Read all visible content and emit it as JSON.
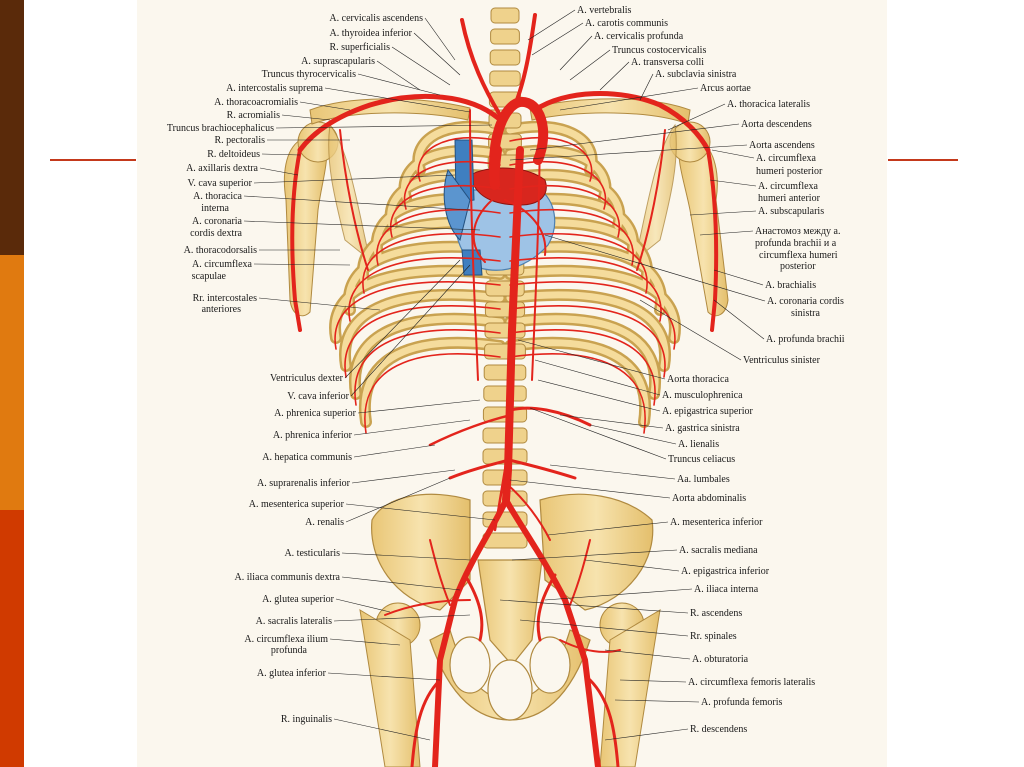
{
  "colors": {
    "strip_top": "#5a2a0a",
    "strip_mid": "#e07a10",
    "strip_bottom": "#d03a00",
    "accent_line": "#c4391b",
    "bone": "#efd28c",
    "bone_edge": "#b08a40",
    "artery": "#e3241c",
    "vein": "#3f7fc0",
    "heart": "#d8261e"
  },
  "labels_left": [
    {
      "id": "l01",
      "text": "A. cervicalis ascendens"
    },
    {
      "id": "l02",
      "text": "A. thyroidea inferior"
    },
    {
      "id": "l03",
      "text": "R. superficialis"
    },
    {
      "id": "l04",
      "text": "A. suprascapularis"
    },
    {
      "id": "l05",
      "text": "Truncus thyrocervicalis"
    },
    {
      "id": "l06",
      "text": "A. intercostalis suprema"
    },
    {
      "id": "l07",
      "text": "A. thoracoacromialis"
    },
    {
      "id": "l08",
      "text": "R. acromialis"
    },
    {
      "id": "l09",
      "text": "Truncus brachiocephalicus"
    },
    {
      "id": "l10",
      "text": "R. pectoralis"
    },
    {
      "id": "l11",
      "text": "R. deltoideus"
    },
    {
      "id": "l12",
      "text": "A. axillaris dextra"
    },
    {
      "id": "l13",
      "text": "V. cava superior"
    },
    {
      "id": "l14a",
      "text": "A. thoracica"
    },
    {
      "id": "l14b",
      "text": "interna"
    },
    {
      "id": "l15a",
      "text": "A. coronaria"
    },
    {
      "id": "l15b",
      "text": "cordis dextra"
    },
    {
      "id": "l16",
      "text": "A. thoracodorsalis"
    },
    {
      "id": "l17a",
      "text": "A. circumflexa"
    },
    {
      "id": "l17b",
      "text": "scapulae"
    },
    {
      "id": "l18a",
      "text": "Rr. intercostales"
    },
    {
      "id": "l18b",
      "text": "anteriores"
    },
    {
      "id": "l19",
      "text": "Ventriculus dexter"
    },
    {
      "id": "l20",
      "text": "V. cava inferior"
    },
    {
      "id": "l21",
      "text": "A. phrenica superior"
    },
    {
      "id": "l22",
      "text": "A. phrenica inferior"
    },
    {
      "id": "l23",
      "text": "A. hepatica communis"
    },
    {
      "id": "l24",
      "text": "A. suprarenalis inferior"
    },
    {
      "id": "l25",
      "text": "A. mesenterica superior"
    },
    {
      "id": "l26",
      "text": "A. renalis"
    },
    {
      "id": "l27",
      "text": "A. testicularis"
    },
    {
      "id": "l28",
      "text": "A. iliaca communis dextra"
    },
    {
      "id": "l29",
      "text": "A. glutea superior"
    },
    {
      "id": "l30",
      "text": "A. sacralis lateralis"
    },
    {
      "id": "l31a",
      "text": "A. circumflexa ilium"
    },
    {
      "id": "l31b",
      "text": "profunda"
    },
    {
      "id": "l32",
      "text": "A. glutea inferior"
    },
    {
      "id": "l33",
      "text": "R. inguinalis"
    }
  ],
  "labels_right": [
    {
      "id": "r01",
      "text": "A. vertebralis"
    },
    {
      "id": "r02",
      "text": "A. carotis communis"
    },
    {
      "id": "r03",
      "text": "A. cervicalis profunda"
    },
    {
      "id": "r04",
      "text": "Truncus costocervicalis"
    },
    {
      "id": "r05",
      "text": "A. transversa colli"
    },
    {
      "id": "r06",
      "text": "A. subclavia sinistra"
    },
    {
      "id": "r07",
      "text": "Arcus aortae"
    },
    {
      "id": "r08",
      "text": "A. thoracica lateralis"
    },
    {
      "id": "r09",
      "text": "Aorta descendens"
    },
    {
      "id": "r10",
      "text": "Aorta ascendens"
    },
    {
      "id": "r11a",
      "text": "A. circumflexa"
    },
    {
      "id": "r11b",
      "text": "humeri posterior"
    },
    {
      "id": "r12a",
      "text": "A. circumflexa"
    },
    {
      "id": "r12b",
      "text": "humeri anterior"
    },
    {
      "id": "r13",
      "text": "A. subscapularis"
    },
    {
      "id": "r14a",
      "text": "Анастомоз между а."
    },
    {
      "id": "r14b",
      "text": "profunda brachii и а"
    },
    {
      "id": "r14c",
      "text": "circumflexa humeri"
    },
    {
      "id": "r14d",
      "text": "posterior"
    },
    {
      "id": "r15",
      "text": "A. brachialis"
    },
    {
      "id": "r16a",
      "text": "A. coronaria cordis"
    },
    {
      "id": "r16b",
      "text": "sinistra"
    },
    {
      "id": "r17",
      "text": "A. profunda brachii"
    },
    {
      "id": "r18",
      "text": "Ventriculus sinister"
    },
    {
      "id": "r19",
      "text": "Aorta thoracica"
    },
    {
      "id": "r20",
      "text": "A. musculophrenica"
    },
    {
      "id": "r21",
      "text": "A. epigastrica superior"
    },
    {
      "id": "r22",
      "text": "A. gastrica sinistra"
    },
    {
      "id": "r23",
      "text": "A. lienalis"
    },
    {
      "id": "r24",
      "text": "Truncus celiacus"
    },
    {
      "id": "r25",
      "text": "Aa. lumbales"
    },
    {
      "id": "r26",
      "text": "Aorta abdominalis"
    },
    {
      "id": "r27",
      "text": "A. mesenterica inferior"
    },
    {
      "id": "r28",
      "text": "A. sacralis mediana"
    },
    {
      "id": "r29",
      "text": "A. epigastrica inferior"
    },
    {
      "id": "r30",
      "text": "A. iliaca interna"
    },
    {
      "id": "r31",
      "text": "R. ascendens"
    },
    {
      "id": "r32",
      "text": "Rr. spinales"
    },
    {
      "id": "r33",
      "text": "A. obturatoria"
    },
    {
      "id": "r34",
      "text": "A. circumflexa femoris lateralis"
    },
    {
      "id": "r35",
      "text": "A. profunda femoris"
    },
    {
      "id": "r36",
      "text": "R. descendens"
    }
  ]
}
